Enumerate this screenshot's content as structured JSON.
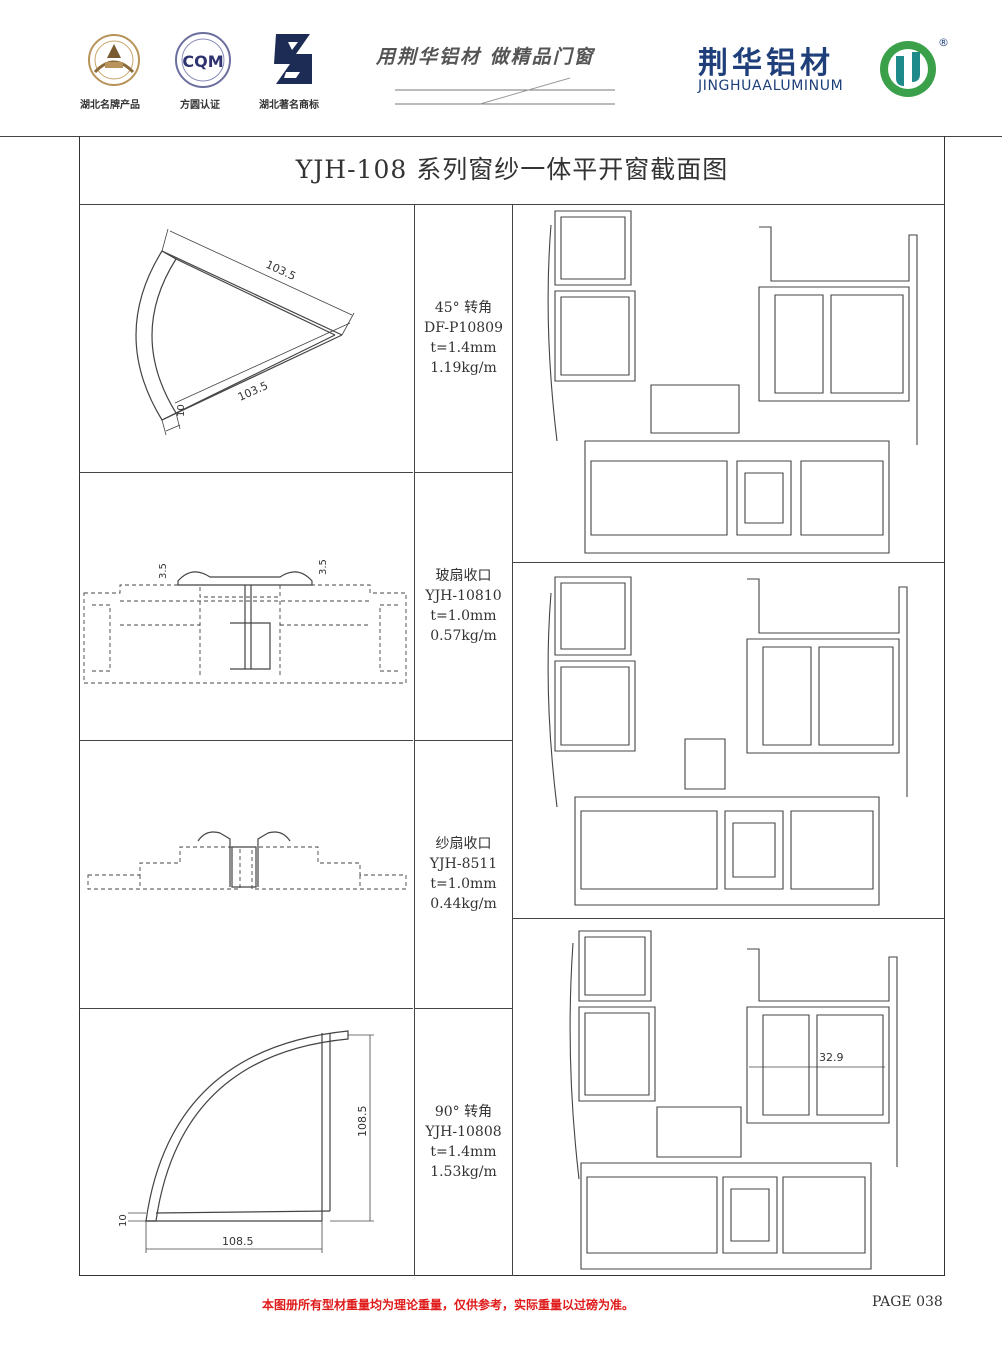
{
  "header": {
    "badges": [
      {
        "caption": "湖北名牌产品",
        "icon": "hubei-brand-seal-icon"
      },
      {
        "caption": "方圆认证",
        "icon": "cqm-certification-icon",
        "logo_text": "CQM"
      },
      {
        "caption": "湖北著名商标",
        "icon": "famous-trademark-icon"
      }
    ],
    "slogan": "用荆华铝材  做精品门窗",
    "brand_cn": "荆华铝材",
    "brand_en": "JINGHUAALUMINUM",
    "registered_mark": "®",
    "colors": {
      "brand_blue": "#1e3f7a",
      "logo_green": "#3aa04a",
      "logo_teal": "#1f8a8a"
    }
  },
  "title": "YJH-108 系列窗纱一体平开窗截面图",
  "profiles": [
    {
      "name": "45° 转角",
      "code": "DF-P10809",
      "thickness": "t=1.4mm",
      "weight": "1.19kg/m",
      "dims": [
        "103.5",
        "103.5",
        "10"
      ]
    },
    {
      "name": "玻扇收口",
      "code": "YJH-10810",
      "thickness": "t=1.0mm",
      "weight": "0.57kg/m",
      "dims": [
        "3.5",
        "3.5"
      ]
    },
    {
      "name": "纱扇收口",
      "code": "YJH-8511",
      "thickness": "t=1.0mm",
      "weight": "0.44kg/m",
      "dims": []
    },
    {
      "name": "90° 转角",
      "code": "YJH-10808",
      "thickness": "t=1.4mm",
      "weight": "1.53kg/m",
      "dims": [
        "108.5",
        "108.5",
        "10"
      ]
    }
  ],
  "assembly_dimension": "32.9",
  "footer": {
    "note": "本图册所有型材重量均为理论重量，仅供参考，实际重量以过磅为准。",
    "page": "PAGE 038",
    "note_color": "#e01b1b"
  }
}
